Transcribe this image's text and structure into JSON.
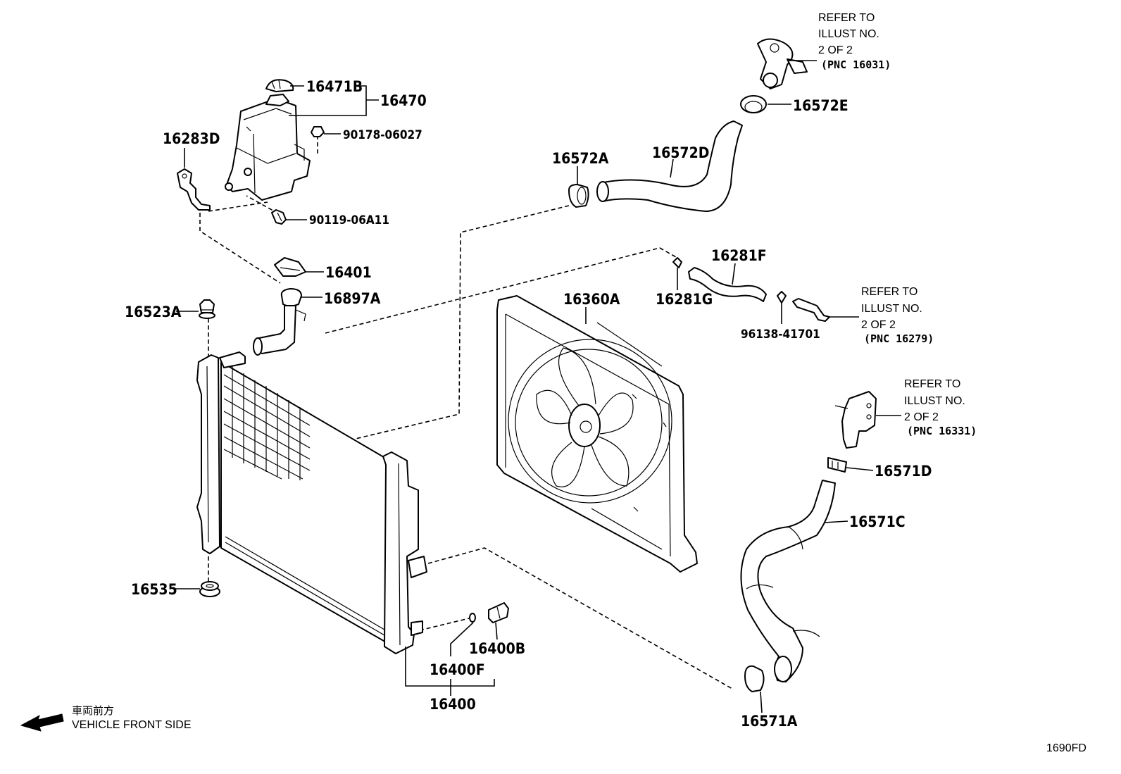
{
  "diagram_code": "1690FD",
  "direction_note": {
    "cjk": "車両前方",
    "en": "VEHICLE FRONT SIDE"
  },
  "refs": [
    {
      "lines": [
        "REFER TO",
        "ILLUST NO.",
        "2 OF 2"
      ],
      "pnc": "(PNC 16031)"
    },
    {
      "lines": [
        "REFER TO",
        "ILLUST NO.",
        "2 OF 2"
      ],
      "pnc": "(PNC 16279)"
    },
    {
      "lines": [
        "REFER TO",
        "ILLUST NO.",
        "2 OF 2"
      ],
      "pnc": "(PNC 16331)"
    }
  ],
  "parts": {
    "p16471B": "16471B",
    "p16470": "16470",
    "p90178": "90178-06027",
    "p16283D": "16283D",
    "p90119": "90119-06A11",
    "p16572A": "16572A",
    "p16572D": "16572D",
    "p16572E": "16572E",
    "p16401": "16401",
    "p16897A": "16897A",
    "p16523A": "16523A",
    "p16281F": "16281F",
    "p16281G": "16281G",
    "p96138": "96138-41701",
    "p16360A": "16360A",
    "p16571D": "16571D",
    "p16571C": "16571C",
    "p16535": "16535",
    "p16400B": "16400B",
    "p16400F": "16400F",
    "p16400": "16400",
    "p16571A": "16571A"
  }
}
